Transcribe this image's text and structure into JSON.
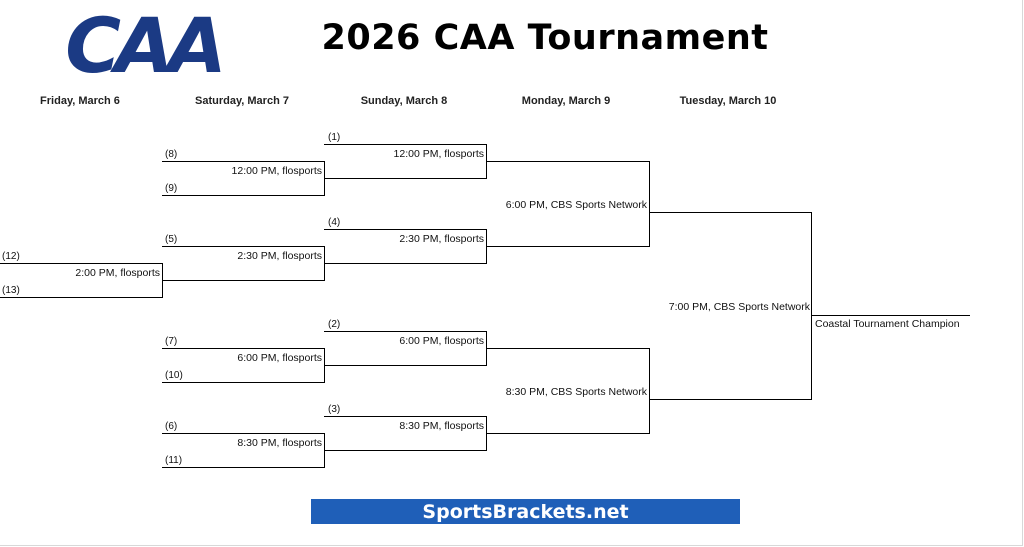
{
  "header": {
    "logo_text": "CAA",
    "logo_color": "#1b3a84",
    "title": "2026 CAA Tournament"
  },
  "days": [
    "Friday, March 6",
    "Saturday, March 7",
    "Sunday, March 8",
    "Monday, March 9",
    "Tuesday, March 10"
  ],
  "seeds": {
    "s12": "(12)",
    "s13": "(13)",
    "s8": "(8)",
    "s9": "(9)",
    "s5": "(5)",
    "s7": "(7)",
    "s10": "(10)",
    "s6": "(6)",
    "s11": "(11)",
    "s1": "(1)",
    "s4": "(4)",
    "s2": "(2)",
    "s3": "(3)"
  },
  "games": {
    "fri": "2:00 PM, flosports",
    "sat1": "12:00 PM, flosports",
    "sat2": "2:30 PM, flosports",
    "sat3": "6:00 PM, flosports",
    "sat4": "8:30 PM, flosports",
    "sun1": "12:00 PM, flosports",
    "sun2": "2:30 PM, flosports",
    "sun3": "6:00 PM, flosports",
    "sun4": "8:30 PM, flosports",
    "semi1": "6:00 PM, CBS Sports Network",
    "semi2": "8:30 PM, CBS Sports Network",
    "final": "7:00 PM, CBS Sports Network"
  },
  "champion_label": "Coastal Tournament Champion",
  "footer": {
    "brand": "SportsBrackets.net",
    "brand_color": "#1f5fb8"
  }
}
